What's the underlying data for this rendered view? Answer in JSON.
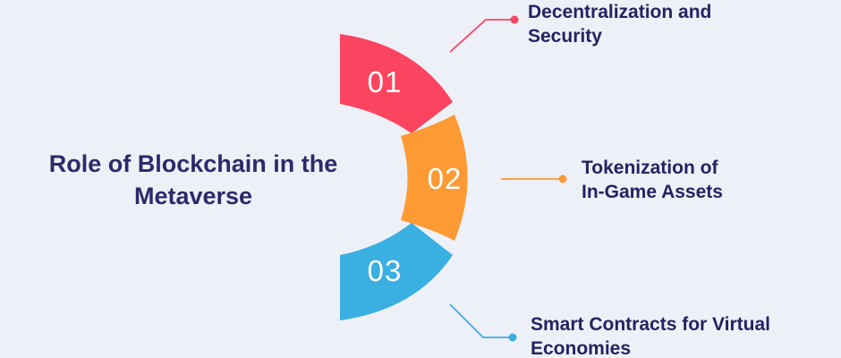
{
  "title": "Role of Blockchain in the Metaverse",
  "steps": [
    {
      "number": "01",
      "label_line1": "Decentralization and",
      "label_line2": "Security",
      "color": "#fb4560"
    },
    {
      "number": "02",
      "label_line1": "Tokenization of",
      "label_line2": "In-Game Assets",
      "color": "#fd9a34"
    },
    {
      "number": "03",
      "label_line1": "Smart Contracts for Virtual",
      "label_line2": "Economies",
      "color": "#3aafe1"
    }
  ],
  "colors": {
    "background": "#eef0f8",
    "title_text": "#2c2a6b",
    "label_text": "#262262"
  }
}
